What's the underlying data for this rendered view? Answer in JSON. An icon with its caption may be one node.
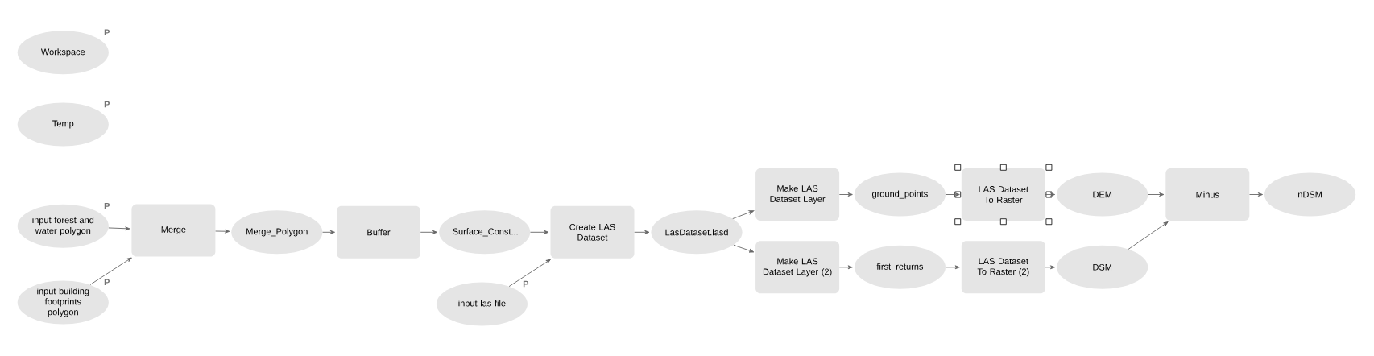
{
  "diagram": {
    "nodes": [
      {
        "text": [
          "Workspace"
        ],
        "beside": [
          "P"
        ]
      },
      {
        "text": [
          "Temp"
        ],
        "beside": [
          "P"
        ]
      },
      {
        "text": [
          "input forest and water polygon"
        ],
        "beside": [
          "P"
        ]
      },
      {
        "text": [
          "input building footprints polygon"
        ],
        "beside": [
          "P"
        ]
      },
      {
        "text": [
          "Merge"
        ]
      },
      {
        "text": [
          "Merge_Polygon"
        ]
      },
      {
        "text": [
          "Buffer"
        ]
      },
      {
        "text": [
          "Surface_Const..."
        ]
      },
      {
        "text": [
          "input las file"
        ],
        "beside": [
          "P"
        ]
      },
      {
        "text": [
          "Create LAS Dataset"
        ]
      },
      {
        "text": [
          "LasDataset.lasd"
        ]
      },
      {
        "text": [
          "Make LAS Dataset Layer"
        ]
      },
      {
        "text": [
          "Make LAS Dataset Layer (2)"
        ]
      },
      {
        "text": [
          "ground_points"
        ]
      },
      {
        "text": [
          "first_returns"
        ]
      },
      {
        "text": [
          "LAS Dataset To Raster"
        ]
      },
      {
        "text": [
          "LAS Dataset To Raster (2)"
        ]
      },
      {
        "text": [
          "DEM"
        ]
      },
      {
        "text": [
          "DSM"
        ]
      },
      {
        "text": [
          "Minus"
        ]
      },
      {
        "text": [
          "nDSM"
        ]
      }
    ],
    "edges": [
      {
        "from": 2,
        "to": 4,
        "arrow": "to"
      },
      {
        "from": 3,
        "to": 4,
        "arrow": "to"
      },
      {
        "from": 4,
        "to": 5,
        "arrow": "to"
      },
      {
        "from": 5,
        "to": 6,
        "arrow": "to"
      },
      {
        "from": 6,
        "to": 7,
        "arrow": "to"
      },
      {
        "from": 7,
        "to": 9,
        "arrow": "to"
      },
      {
        "from": 8,
        "to": 9,
        "arrow": "to"
      },
      {
        "from": 9,
        "to": 10,
        "arrow": "to"
      },
      {
        "from": 10,
        "to": 11,
        "arrow": "to"
      },
      {
        "from": 10,
        "to": 12,
        "arrow": "to"
      },
      {
        "from": 11,
        "to": 13,
        "arrow": "to"
      },
      {
        "from": 12,
        "to": 14,
        "arrow": "to"
      },
      {
        "from": 13,
        "to": 15,
        "arrow": "to"
      },
      {
        "from": 14,
        "to": 16,
        "arrow": "to"
      },
      {
        "from": 15,
        "to": 17,
        "arrow": "to"
      },
      {
        "from": 16,
        "to": 18,
        "arrow": "to"
      },
      {
        "from": 17,
        "to": 19,
        "arrow": "to"
      },
      {
        "from": 18,
        "to": 19,
        "arrow": "to"
      },
      {
        "from": 19,
        "to": 20,
        "arrow": "to"
      }
    ]
  }
}
